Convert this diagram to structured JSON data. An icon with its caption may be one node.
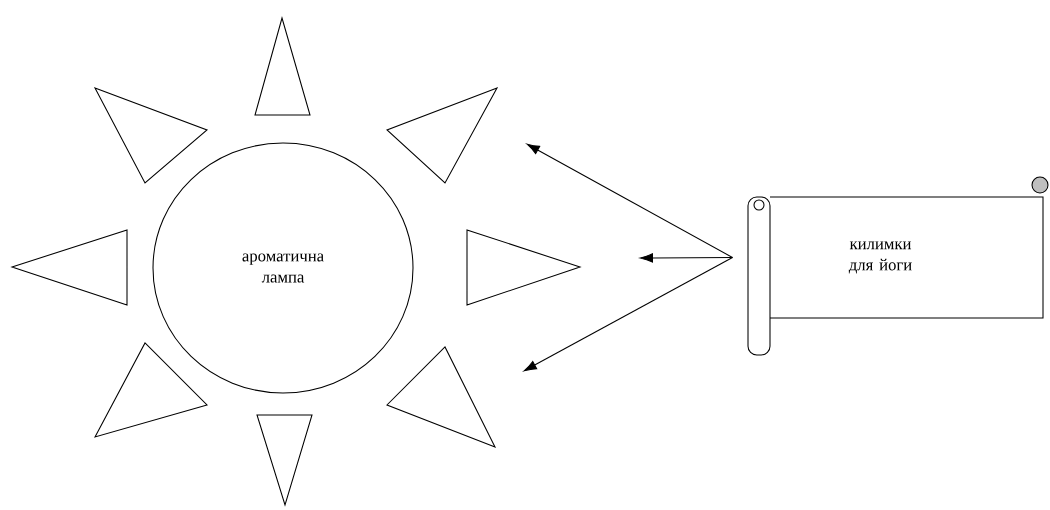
{
  "diagram": {
    "nodes": [
      {
        "text": [
          "ароматична лампа"
        ]
      },
      {
        "text": [
          "килимки для йоги"
        ]
      }
    ],
    "edges": [
      {
        "from": 1,
        "to": null,
        "arrow": "to"
      },
      {
        "from": 1,
        "to": null,
        "arrow": "to"
      },
      {
        "from": 1,
        "to": null,
        "arrow": "to"
      }
    ]
  }
}
